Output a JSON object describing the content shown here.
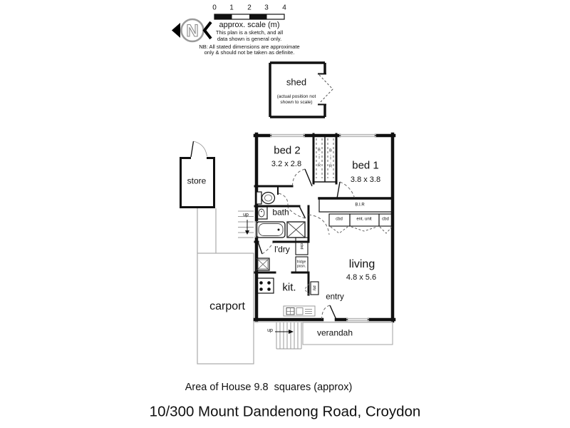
{
  "header": {
    "north_label": "N",
    "scale": {
      "ticks": [
        "0",
        "1",
        "2",
        "3",
        "4"
      ],
      "caption": "approx. scale (m)"
    },
    "disclaimer_line1": "This plan is a sketch, and all",
    "disclaimer_line2": "data shown is general only.",
    "nb_line1": "NB: All stated dimensions are approximate",
    "nb_line2": "only & should not be taken as definite."
  },
  "shed": {
    "label": "shed",
    "note": "(actual position not\nshown to scale)"
  },
  "outbuildings": {
    "store": "store",
    "carport": "carport"
  },
  "rooms": {
    "bed2": {
      "name": "bed 2",
      "dims": "3.2 x 2.8"
    },
    "bed1": {
      "name": "bed 1",
      "dims": "3.8 x 3.8"
    },
    "living": {
      "name": "living",
      "dims": "4.8 x 5.6"
    },
    "bath": "bath",
    "laundry": "l'dry",
    "kitchen": "kit.",
    "entry": "entry",
    "verandah": "verandah"
  },
  "fixtures": {
    "bir_vertical": "B\n-\nI\n-\nR",
    "bir_horizontal": "B.I.R",
    "cbd": "cbd",
    "ent_unit": "ent. unit",
    "pty": "pty",
    "fridge": "fridge\nposn.",
    "up": "up"
  },
  "footer": {
    "area": "Area of House 9.8  squares (approx)",
    "address": "10/300 Mount Dandenong Road, Croydon"
  }
}
